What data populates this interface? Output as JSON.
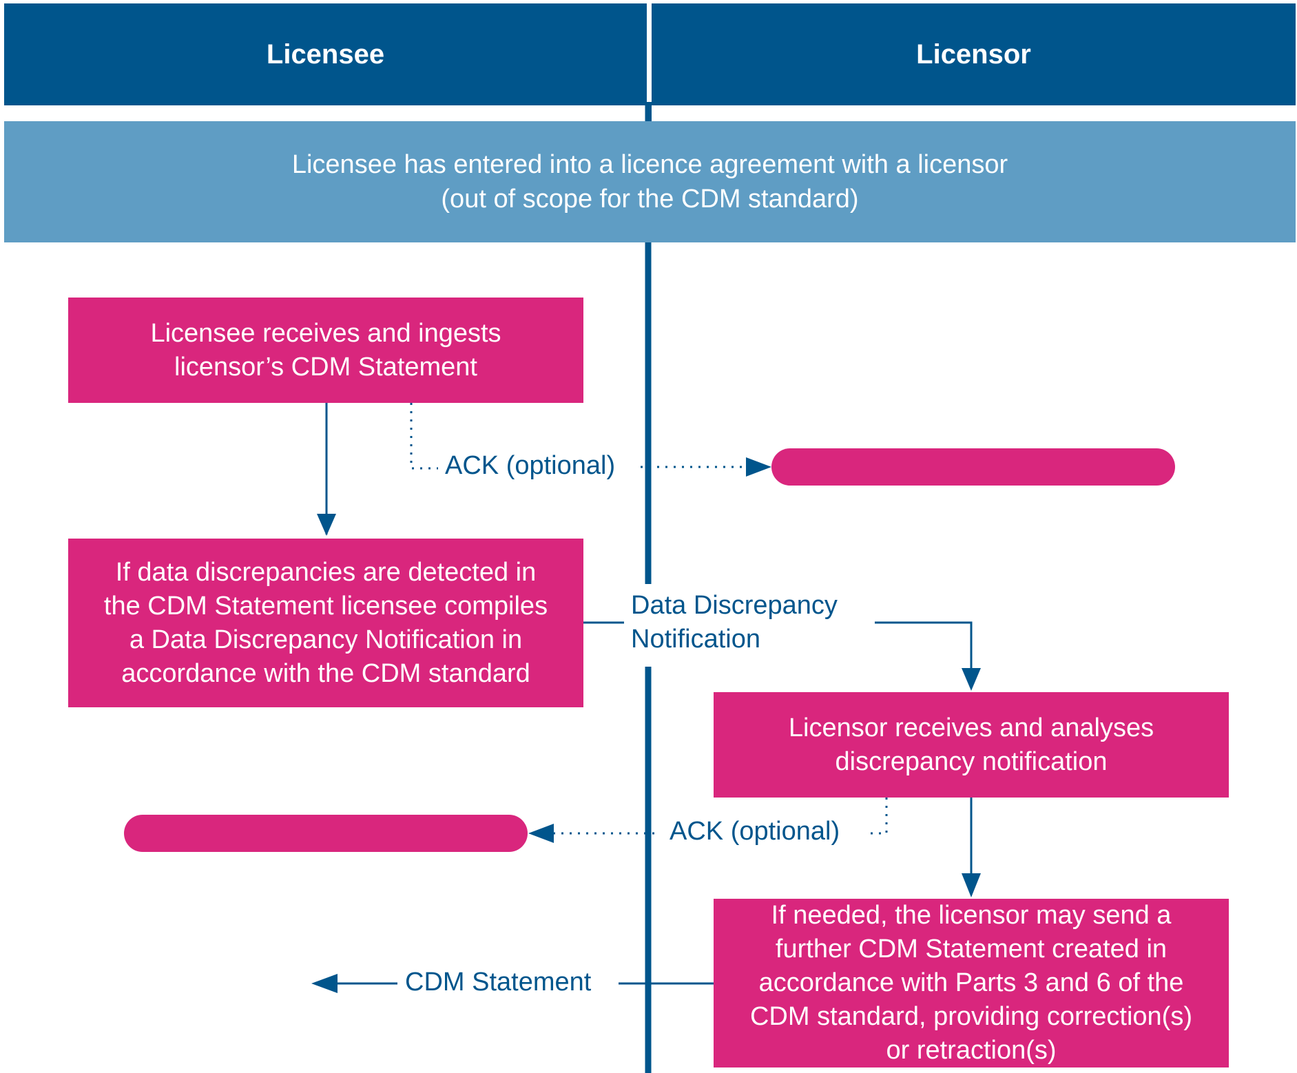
{
  "lanes": {
    "licensee": "Licensee",
    "licensor": "Licensor"
  },
  "banner": {
    "line1": "Licensee has entered into a licence agreement with a licensor",
    "line2": "(out of scope for the CDM standard)"
  },
  "steps": {
    "licensee_receives": [
      "Licensee receives and ingests",
      "licensor’s CDM Statement"
    ],
    "licensee_compiles": [
      "If data discrepancies are detected in",
      "the CDM Statement licensee compiles",
      "a Data Discrepancy Notification in",
      "accordance with the CDM standard"
    ],
    "licensor_receives": [
      "Licensor receives and analyses",
      "discrepancy notification"
    ],
    "licensor_further": [
      "If needed, the licensor may send a",
      "further CDM Statement created in",
      "accordance with Parts 3 and 6 of the",
      "CDM standard, providing correction(s)",
      "or retraction(s)"
    ]
  },
  "messages": {
    "ack_to_licensor": "ACK (optional)",
    "ddn_line1": "Data Discrepancy",
    "ddn_line2": "Notification",
    "ack_to_licensee": "ACK (optional)",
    "cdm_statement": "CDM Statement"
  },
  "colors": {
    "header": "#00558c",
    "banner": "#5f9dc4",
    "step": "#d9267d",
    "line": "#00558c"
  }
}
